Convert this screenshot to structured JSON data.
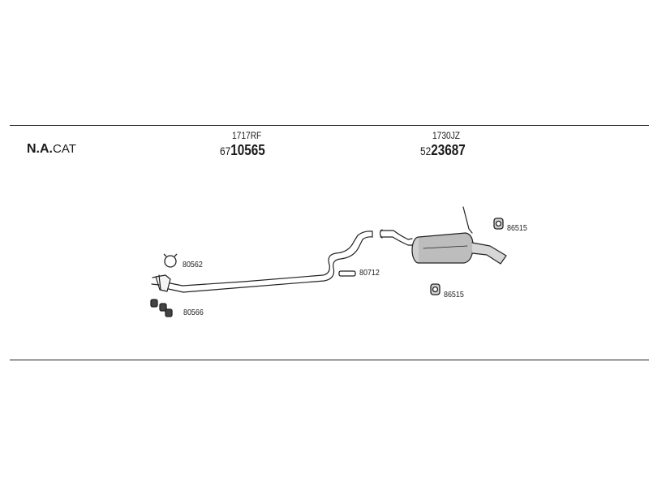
{
  "header": {
    "system_bold": "N.A.",
    "system_rest": "CAT"
  },
  "parts": [
    {
      "ref": "1717RF",
      "prefix": "67",
      "number": "10565"
    },
    {
      "ref": "1730JZ",
      "prefix": "52",
      "number": "23687"
    }
  ],
  "fittings": [
    {
      "code": "80562",
      "icon": "clamp-ring-icon"
    },
    {
      "code": "80566",
      "icon": "bolt-set-icon"
    },
    {
      "code": "80712",
      "icon": "gasket-icon"
    },
    {
      "code": "86515",
      "icon": "rubber-mount-icon"
    },
    {
      "code": "86515",
      "icon": "rubber-mount-icon"
    }
  ],
  "colors": {
    "line": "#222222",
    "pipe_fill": "#f4f4f4",
    "muffler_fill": "#bdbdbd"
  }
}
